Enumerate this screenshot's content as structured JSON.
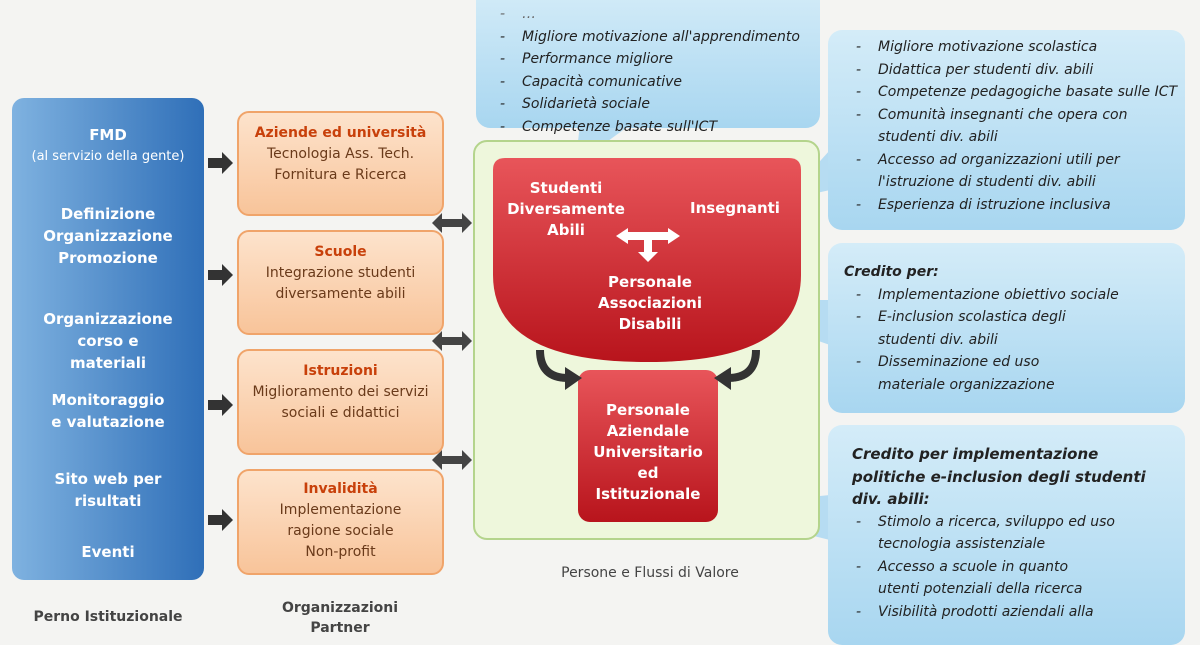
{
  "institutional": {
    "title": "FMD",
    "subtitle": "(al servizio della gente)",
    "items": [
      "Definizione Organizzazione Promozione",
      "Organizzazione corso e materiali",
      "Monitoraggio e valutazione",
      "Sito web per risultati",
      "Eventi"
    ],
    "label": "Perno Istituzionale"
  },
  "partners": {
    "label": "Organizzazioni Partner",
    "items": [
      {
        "title": "Aziende ed università",
        "lines": [
          "Tecnologia Ass. Tech.",
          "Fornitura e Ricerca"
        ]
      },
      {
        "title": "Scuole",
        "lines": [
          "Integrazione studenti",
          "diversamente abili"
        ]
      },
      {
        "title": "Istruzioni",
        "lines": [
          "Miglioramento dei servizi",
          "sociali e didattici"
        ]
      },
      {
        "title": "Invalidità",
        "lines": [
          "Implementazione",
          "ragione sociale",
          "Non-profit"
        ]
      }
    ]
  },
  "people": {
    "label": "Persone e Flussi di Valore",
    "students": "Studenti Diversamente Abili",
    "teachers": "Insegnanti",
    "associations": "Personale Associazioni Disabili",
    "company": "Personale Aziendale Universitario ed Istituzionale"
  },
  "callouts": {
    "students": [
      "Migliore motivazione all'apprendimento",
      "Performance migliore",
      "Capacità comunicative",
      "Solidarietà sociale",
      "Competenze basate sull'ICT"
    ],
    "teachers": [
      "Migliore motivazione scolastica",
      "Didattica per studenti div. abili",
      "Competenze pedagogiche basate sulle ICT",
      "Comunità insegnanti che opera con studenti div. abili",
      "Accesso ad organizzazioni utili per l'istruzione di studenti div. abili",
      "Esperienza di istruzione inclusiva"
    ],
    "associations": {
      "heading": "Credito per:",
      "items": [
        "Implementazione obiettivo sociale",
        "E-inclusion scolastica degli studenti div. abili",
        "Disseminazione ed uso materiale organizzazione"
      ]
    },
    "company": {
      "heading": "Credito per implementazione politiche e-inclusion degli studenti div. abili:",
      "items": [
        "Stimolo a ricerca, sviluppo ed uso tecnologia assistenziale",
        "Accesso a scuole in quanto utenti potenziali della ricerca",
        "Visibilità prodotti aziendali alla"
      ]
    }
  }
}
